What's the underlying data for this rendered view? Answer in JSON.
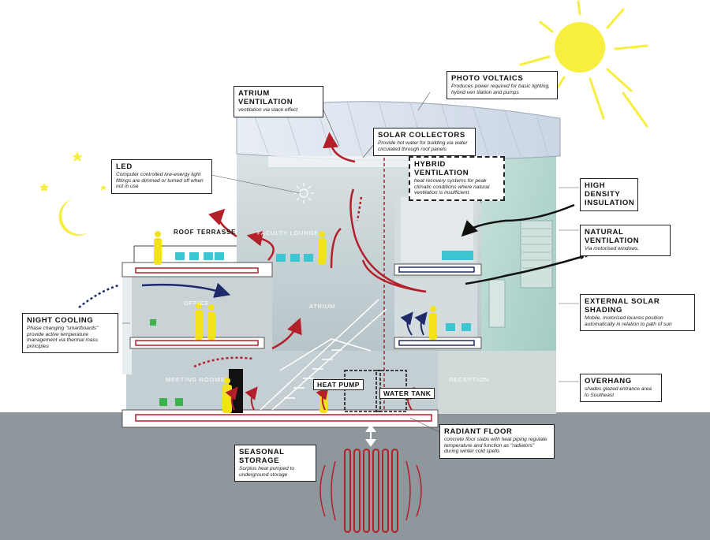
{
  "callouts": {
    "atrium_ventilation": {
      "title": "ATRIUM VENTILATION",
      "desc": "ventilation via stack effect"
    },
    "photo_voltaics": {
      "title": "PHOTO VOLTAICS",
      "desc": "Produces power required for basic lighting, hybrid ven tilation and pumps"
    },
    "solar_collectors": {
      "title": "SOLAR COLLECTORS",
      "desc": "Provide hot water for building via water circulated through roof panels"
    },
    "hybrid_ventilation": {
      "title": "HYBRID VENTILATION",
      "desc": "heat recovery systems for peak climatic conditions where natural ventilation is insufficient."
    },
    "led": {
      "title": "LED",
      "desc": "Computer controlled low-energy light fittings are dimmed or turned off when not in use"
    },
    "high_density_insulation": {
      "title": "HIGH DENSITY INSULATION",
      "desc": ""
    },
    "natural_ventilation": {
      "title": "NATURAL VENTILATION",
      "desc": "Via motorised windows."
    },
    "external_solar_shading": {
      "title": "EXTERNAL SOLAR SHADING",
      "desc": "Mobile, motorised louvres position automatically in relation to path of sun"
    },
    "night_cooling": {
      "title": "NIGHT COOLING",
      "desc": "Phase changing \"smartboards\" provide active temperature management via thermal mass principles"
    },
    "overhang": {
      "title": "OVERHANG",
      "desc": "shades glazed entrance area to Southeast"
    },
    "radiant_floor": {
      "title": "RADIANT FLOOR",
      "desc": "concrete floor slabs with heat piping regulate temperature and function as \"radiators\" during winter cold spells"
    },
    "seasonal_storage": {
      "title": "SEASONAL STORAGE",
      "desc": "Surplus heat pumped to underground storage"
    }
  },
  "rooms": {
    "roof_terrasse": "ROOF TERRASSE",
    "faculty_lounge": "FACULTY LOUNGE",
    "office": "OFFICE",
    "atrium": "ATRIUM",
    "meeting_rooms": "MEETING ROOMS",
    "reception": "RECEPTION"
  },
  "equipment": {
    "heat_pump": "HEAT PUMP",
    "water_tank": "WATER TANK"
  },
  "colors": {
    "sky": "#ffffff",
    "ground": "#8e979c",
    "building_glass": "#b9d9d2",
    "heat_red": "#b3202a",
    "cool_navy": "#1f2a6b",
    "sun_yellow": "#f7ee3f",
    "human_yellow": "#f2e21a",
    "furniture_cyan": "#3cc6d2"
  },
  "icons": [
    "sun-icon",
    "moon-icon",
    "star-icon",
    "led-light-icon",
    "person-icon",
    "chair-icon"
  ]
}
